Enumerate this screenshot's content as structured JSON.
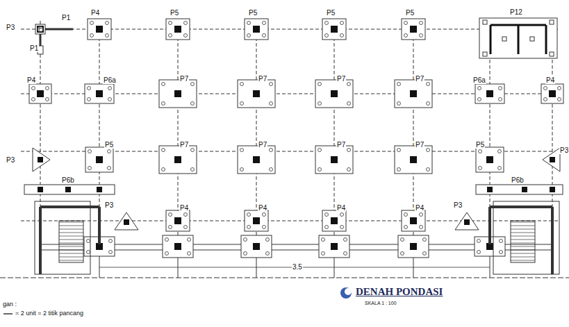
{
  "diagram": {
    "title": "DENAH PONDASI",
    "labels": [
      "P3",
      "P1",
      "P4",
      "P5",
      "P5",
      "P5",
      "P5",
      "P12",
      "P1",
      "P4",
      "P6a",
      "P7",
      "P7",
      "P7",
      "P7",
      "P6a",
      "P4",
      "P3",
      "P5",
      "P7",
      "P7",
      "P7",
      "P7",
      "P5",
      "P3",
      "P6b",
      "P6b",
      "P3",
      "P4",
      "P4",
      "P4",
      "P4",
      "P3",
      "3.5",
      "gan :",
      "SKALA 1 : 100"
    ],
    "legend": [
      {
        "text": "=  2 unit =   2 titik pancang"
      }
    ]
  }
}
